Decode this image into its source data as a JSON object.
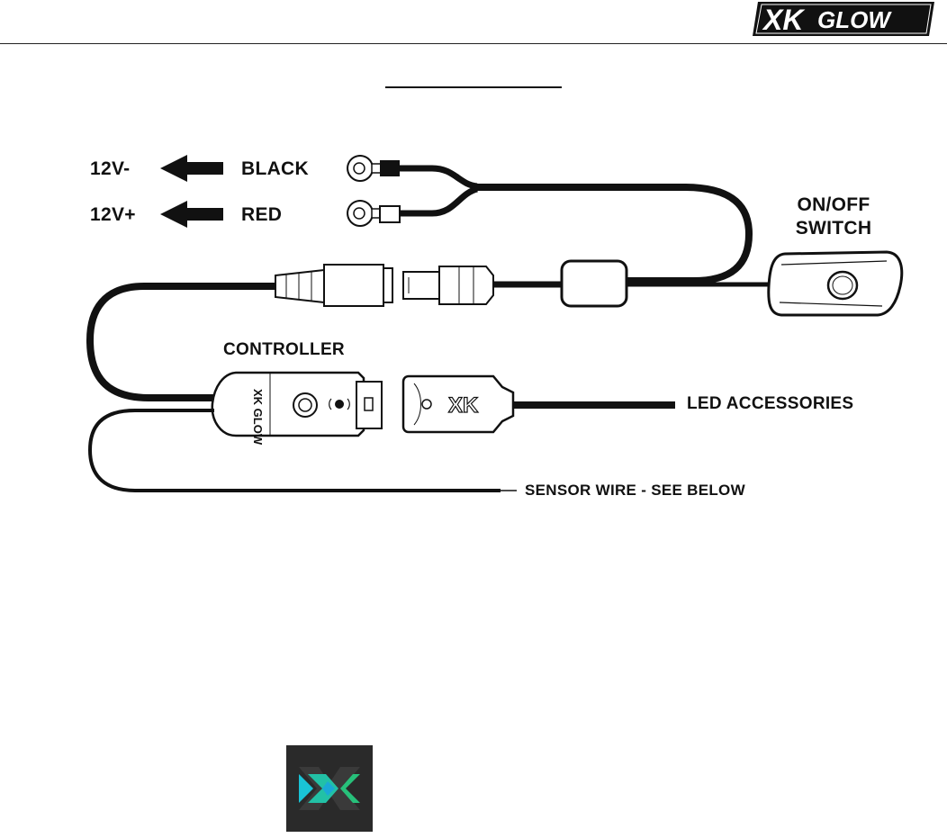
{
  "brand": {
    "logo_text_xk": "XK",
    "logo_text_glow": "GLOW"
  },
  "diagram": {
    "labels": {
      "v_negative": "12V-",
      "v_positive": "12V+",
      "black": "BLACK",
      "red": "RED",
      "switch_line1": "ON/OFF",
      "switch_line2": "SWITCH",
      "controller": "CONTROLLER",
      "led_accessories": "LED ACCESSORIES",
      "sensor_wire": "SENSOR WIRE - SEE BELOW"
    },
    "controller_mark": "XK GLOW",
    "connector_mark": "XK"
  },
  "colors": {
    "wire": "#111111",
    "app_icon_bg": "#2a2a2a",
    "app_icon_cyan": "#19c3d6",
    "app_icon_green": "#27c07a"
  }
}
